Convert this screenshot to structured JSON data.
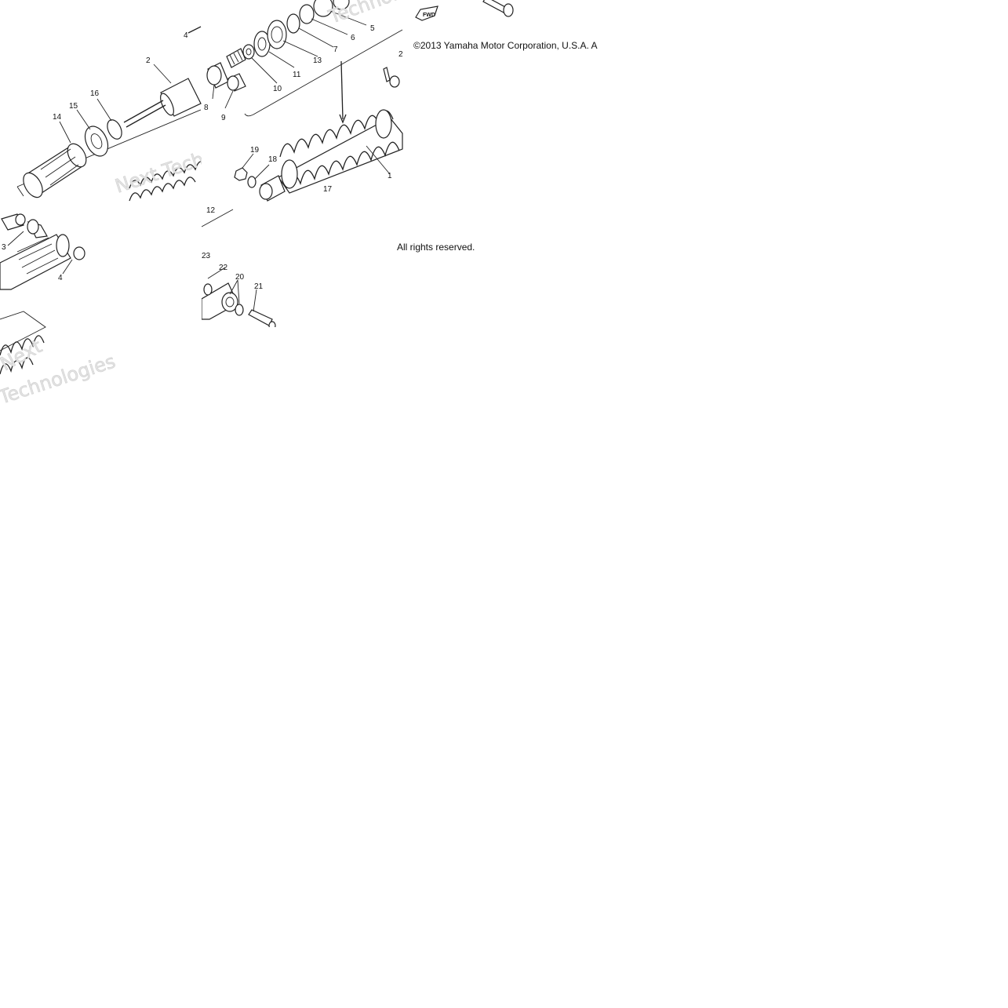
{
  "copyright": "©2013 Yamaha Motor Corporation, U.S.A. A",
  "rights": "All rights reserved.",
  "watermarks": [
    "Technologies",
    "Next Technologies",
    "Next",
    "Technologies"
  ],
  "direction_label": "FWD",
  "callouts": {
    "tl": [
      "4",
      "2",
      "16",
      "15",
      "14"
    ],
    "tm": [
      "8",
      "9",
      "10",
      "11",
      "13",
      "7",
      "6",
      "5",
      "19",
      "18",
      "17",
      "1",
      "2"
    ],
    "bl": [
      "3",
      "4"
    ],
    "bm": [
      "23",
      "22",
      "20",
      "21",
      "12"
    ]
  }
}
